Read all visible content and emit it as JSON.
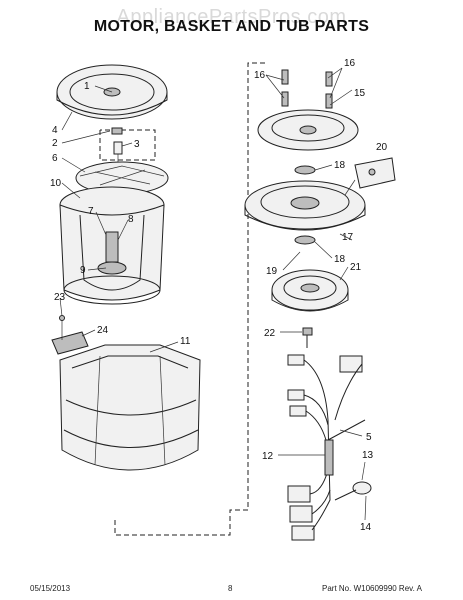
{
  "watermark": "AppliancePartsPros.com",
  "title": "MOTOR, BASKET AND TUB PARTS",
  "footer": {
    "date": "05/15/2013",
    "page": "8",
    "part_no": "Part No. W10609990 Rev. A"
  },
  "callouts": [
    "1",
    "2",
    "3",
    "4",
    "5",
    "6",
    "7",
    "8",
    "9",
    "10",
    "11",
    "12",
    "13",
    "14",
    "15",
    "16",
    "16",
    "17",
    "18",
    "18",
    "19",
    "20",
    "21",
    "22",
    "23",
    "24"
  ]
}
